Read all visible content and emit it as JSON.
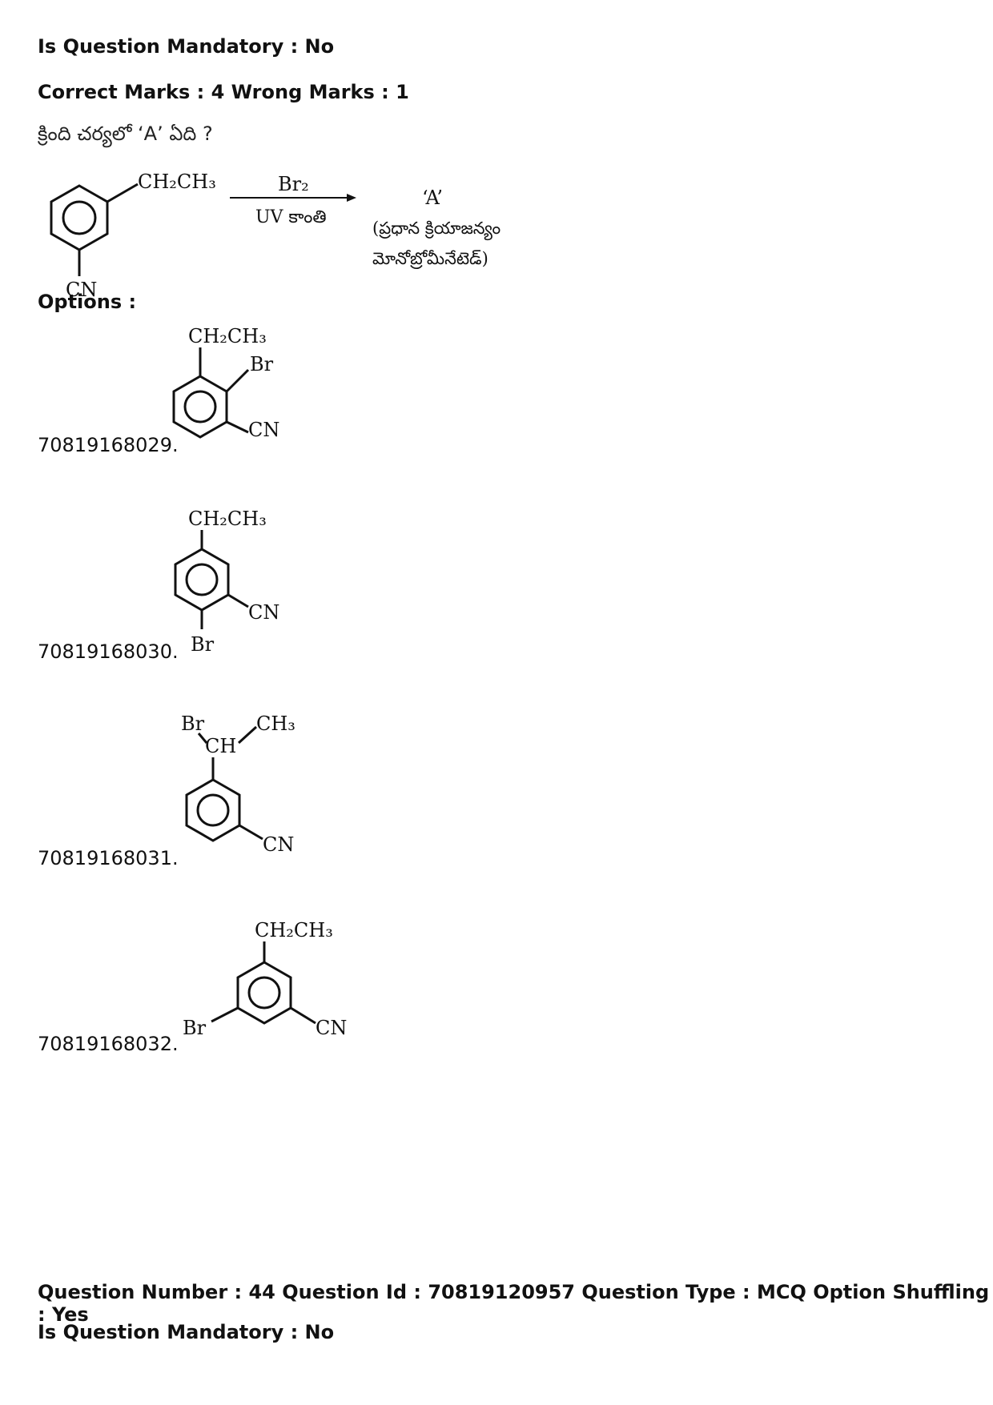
{
  "header": {
    "mandatory": "Is Question Mandatory : No",
    "marks": "Correct Marks : 4 Wrong Marks : 1"
  },
  "question": {
    "text": "క్రింది చర్యలో ‘A’ ఏది ?",
    "reactant": {
      "substituent": "CH₂CH₃",
      "substituent2": "CN"
    },
    "reagent_top": "Br₂",
    "reagent_bottom": "UV కాంతి",
    "product_label": "‘A’",
    "product_note_1": "(ప్రధాన క్రియాజన్యం",
    "product_note_2": "మోనోబ్రోమీనేటెడ్)"
  },
  "options_label": "Options :",
  "options": [
    {
      "id": "70819168029.",
      "top": "CH₂CH₃",
      "mid": "Br",
      "bottom": "CN"
    },
    {
      "id": "70819168030.",
      "top": "CH₂CH₃",
      "mid": "CN",
      "bottom": "Br"
    },
    {
      "id": "70819168031.",
      "left": "Br",
      "center": "CH",
      "right": "CH₃",
      "bottom": "CN"
    },
    {
      "id": "70819168032.",
      "top": "CH₂CH₃",
      "left": "Br",
      "right": "CN"
    }
  ],
  "footer": {
    "question_line": "Question Number : 44 Question Id : 70819120957 Question Type : MCQ Option Shuffling : Yes",
    "mandatory": "Is Question Mandatory : No"
  }
}
